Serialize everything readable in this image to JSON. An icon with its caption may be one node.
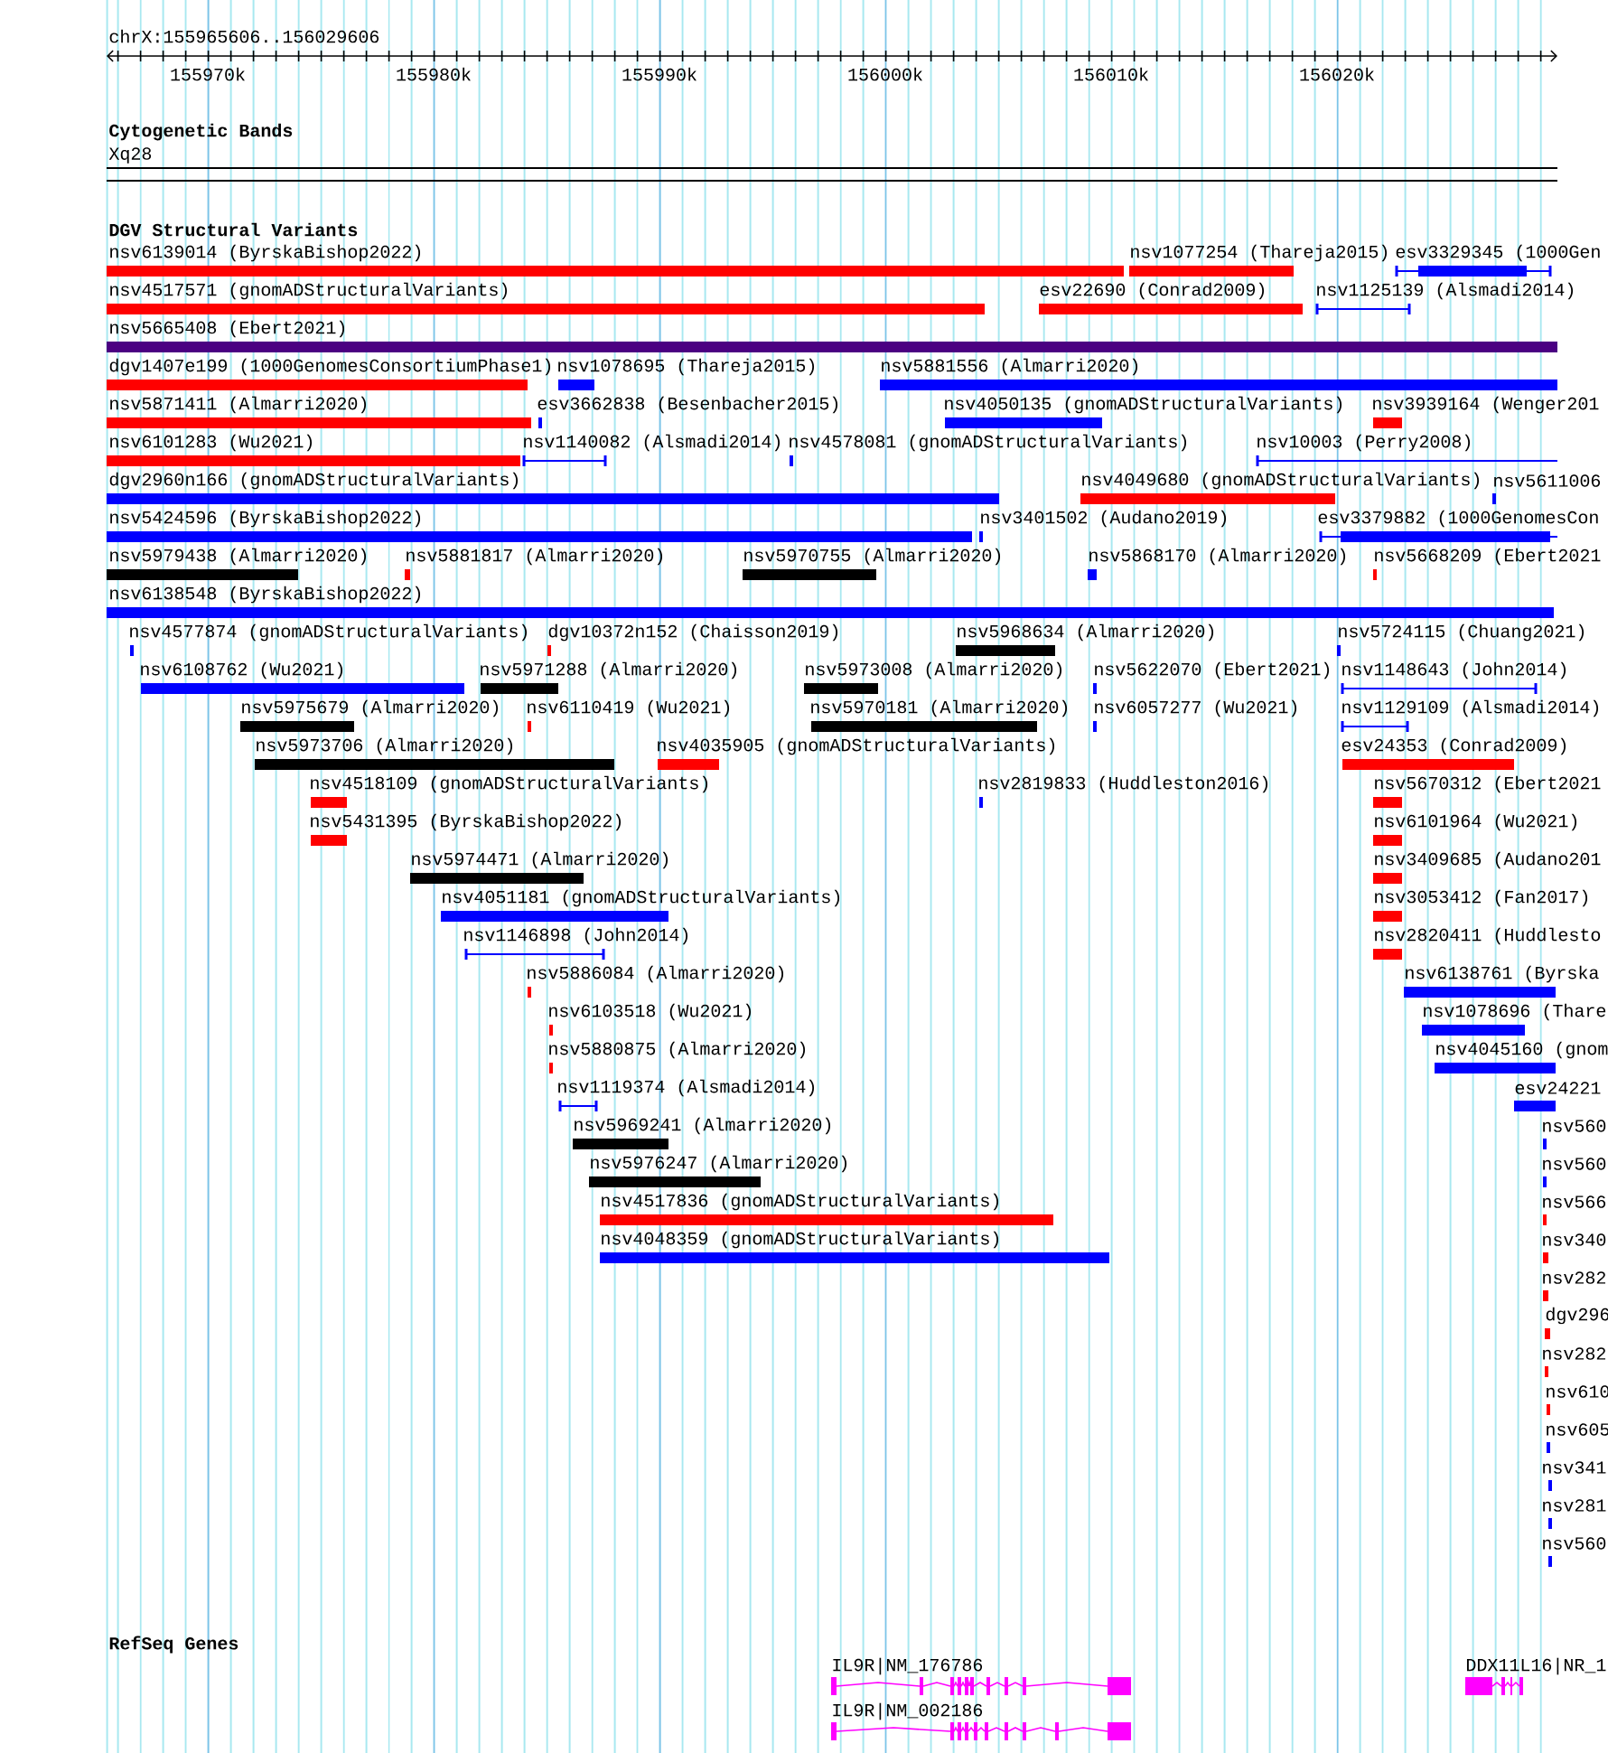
{
  "diagram": {
    "labels": [
      "chrX:155965606..156029606",
      "155970k",
      "155980k",
      "155990k",
      "156000k",
      "156010k",
      "156020k",
      "Cytogenetic Bands",
      "Xq28",
      "DGV Structural Variants",
      "RefSeq Genes"
    ],
    "nodes": [
      {
        "text": [
          "nsv6139014 (ByrskaBishop2022)"
        ]
      },
      {
        "text": [
          "nsv1077254 (Thareja2015)"
        ]
      },
      {
        "text": [
          "esv3329345 (1000Gen"
        ]
      },
      {
        "text": [
          "nsv4517571 (gnomADStructuralVariants)"
        ]
      },
      {
        "text": [
          "esv22690 (Conrad2009)"
        ]
      },
      {
        "text": [
          "nsv1125139 (Alsmadi2014)"
        ]
      },
      {
        "text": [
          "nsv5665408 (Ebert2021)"
        ]
      },
      {
        "text": [
          "dgv1407e199 (1000GenomesConsortiumPhase1)"
        ]
      },
      {
        "text": [
          "nsv1078695 (Thareja2015)"
        ]
      },
      {
        "text": [
          "nsv5881556 (Almarri2020)"
        ]
      },
      {
        "text": [
          "nsv5871411 (Almarri2020)"
        ]
      },
      {
        "text": [
          "esv3662838 (Besenbacher2015)"
        ]
      },
      {
        "text": [
          "nsv4050135 (gnomADStructuralVariants)"
        ]
      },
      {
        "text": [
          "nsv3939164 (Wenger201"
        ]
      },
      {
        "text": [
          "nsv6101283 (Wu2021)"
        ]
      },
      {
        "text": [
          "nsv1140082 (Alsmadi2014)"
        ]
      },
      {
        "text": [
          "nsv4578081 (gnomADStructuralVariants)"
        ]
      },
      {
        "text": [
          "nsv10003 (Perry2008)"
        ]
      },
      {
        "text": [
          "dgv2960n166 (gnomADStructuralVariants)"
        ]
      },
      {
        "text": [
          "nsv4049680 (gnomADStructuralVariants)"
        ]
      },
      {
        "text": [
          "nsv5611006"
        ]
      },
      {
        "text": [
          "nsv5424596 (ByrskaBishop2022)"
        ]
      },
      {
        "text": [
          "nsv3401502 (Audano2019)"
        ]
      },
      {
        "text": [
          "esv3379882 (1000GenomesCon"
        ]
      },
      {
        "text": [
          "nsv5979438 (Almarri2020)"
        ]
      },
      {
        "text": [
          "nsv5881817 (Almarri2020)"
        ]
      },
      {
        "text": [
          "nsv5970755 (Almarri2020)"
        ]
      },
      {
        "text": [
          "nsv5868170 (Almarri2020)"
        ]
      },
      {
        "text": [
          "nsv5668209 (Ebert2021"
        ]
      },
      {
        "text": [
          "nsv6138548 (ByrskaBishop2022)"
        ]
      },
      {
        "text": [
          "nsv4577874 (gnomADStructuralVariants)"
        ]
      },
      {
        "text": [
          "dgv10372n152 (Chaisson2019)"
        ]
      },
      {
        "text": [
          "nsv5968634 (Almarri2020)"
        ]
      },
      {
        "text": [
          "nsv5724115 (Chuang2021)"
        ]
      },
      {
        "text": [
          "nsv6108762 (Wu2021)"
        ]
      },
      {
        "text": [
          "nsv5971288 (Almarri2020)"
        ]
      },
      {
        "text": [
          "nsv5973008 (Almarri2020)"
        ]
      },
      {
        "text": [
          "nsv5622070 (Ebert2021)"
        ]
      },
      {
        "text": [
          "nsv1148643 (John2014)"
        ]
      },
      {
        "text": [
          "nsv5975679 (Almarri2020)"
        ]
      },
      {
        "text": [
          "nsv6110419 (Wu2021)"
        ]
      },
      {
        "text": [
          "nsv5970181 (Almarri2020)"
        ]
      },
      {
        "text": [
          "nsv6057277 (Wu2021)"
        ]
      },
      {
        "text": [
          "nsv1129109 (Alsmadi2014)"
        ]
      },
      {
        "text": [
          "nsv5973706 (Almarri2020)"
        ]
      },
      {
        "text": [
          "nsv4035905 (gnomADStructuralVariants)"
        ]
      },
      {
        "text": [
          "esv24353 (Conrad2009)"
        ]
      },
      {
        "text": [
          "nsv4518109 (gnomADStructuralVariants)"
        ]
      },
      {
        "text": [
          "nsv2819833 (Huddleston2016)"
        ]
      },
      {
        "text": [
          "nsv5670312 (Ebert2021"
        ]
      },
      {
        "text": [
          "nsv5431395 (ByrskaBishop2022)"
        ]
      },
      {
        "text": [
          "nsv6101964 (Wu2021)"
        ]
      },
      {
        "text": [
          "nsv5974471 (Almarri2020)"
        ]
      },
      {
        "text": [
          "nsv3409685 (Audano201"
        ]
      },
      {
        "text": [
          "nsv4051181 (gnomADStructuralVariants)"
        ]
      },
      {
        "text": [
          "nsv3053412 (Fan2017)"
        ]
      },
      {
        "text": [
          "nsv1146898 (John2014)"
        ]
      },
      {
        "text": [
          "nsv2820411 (Huddlesto"
        ]
      },
      {
        "text": [
          "nsv5886084 (Almarri2020)"
        ]
      },
      {
        "text": [
          "nsv6138761 (Byrska"
        ]
      },
      {
        "text": [
          "nsv6103518 (Wu2021)"
        ]
      },
      {
        "text": [
          "nsv1078696 (Thare"
        ]
      },
      {
        "text": [
          "nsv5880875 (Almarri2020)"
        ]
      },
      {
        "text": [
          "nsv4045160 (gnom"
        ]
      },
      {
        "text": [
          "nsv1119374 (Alsmadi2014)"
        ]
      },
      {
        "text": [
          "esv24221"
        ]
      },
      {
        "text": [
          "nsv5969241 (Almarri2020)"
        ]
      },
      {
        "text": [
          "nsv560"
        ]
      },
      {
        "text": [
          "nsv5976247 (Almarri2020)"
        ]
      },
      {
        "text": [
          "nsv560"
        ]
      },
      {
        "text": [
          "nsv4517836 (gnomADStructuralVariants)"
        ]
      },
      {
        "text": [
          "nsv566"
        ]
      },
      {
        "text": [
          "nsv4048359 (gnomADStructuralVariants)"
        ]
      },
      {
        "text": [
          "nsv340"
        ]
      },
      {
        "text": [
          "nsv282"
        ]
      },
      {
        "text": [
          "dgv296"
        ]
      },
      {
        "text": [
          "nsv282"
        ]
      },
      {
        "text": [
          "nsv610"
        ]
      },
      {
        "text": [
          "nsv605"
        ]
      },
      {
        "text": [
          "nsv341"
        ]
      },
      {
        "text": [
          "nsv281"
        ]
      },
      {
        "text": [
          "nsv560"
        ]
      },
      {
        "text": [
          "IL9R|NM_176786"
        ]
      },
      {
        "text": [
          "IL9R|NM_002186"
        ]
      },
      {
        "text": [
          "DDX11L16|NR_1"
        ]
      }
    ]
  }
}
